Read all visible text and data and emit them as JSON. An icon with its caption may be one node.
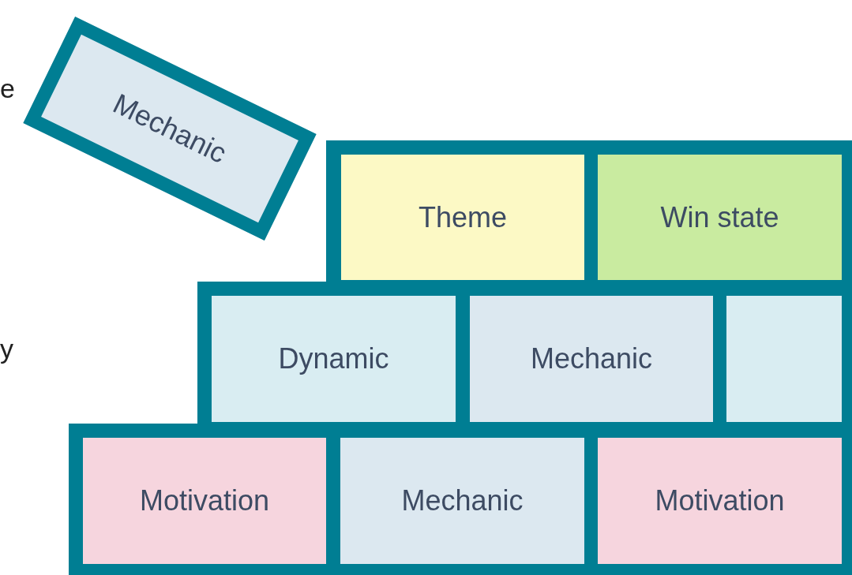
{
  "diagram": {
    "nodes": [
      {
        "text": [
          "Mechanic"
        ]
      },
      {
        "text": [
          "Theme"
        ]
      },
      {
        "text": [
          "Win state"
        ]
      },
      {
        "text": [
          "Dynamic"
        ]
      },
      {
        "text": [
          "Mechanic"
        ]
      },
      {
        "text": [],
        "shape": "box"
      },
      {
        "text": [
          "Motivation"
        ]
      },
      {
        "text": [
          "Mechanic"
        ]
      },
      {
        "text": [
          "Motivation"
        ]
      }
    ],
    "labels": [
      "e",
      "y"
    ]
  }
}
